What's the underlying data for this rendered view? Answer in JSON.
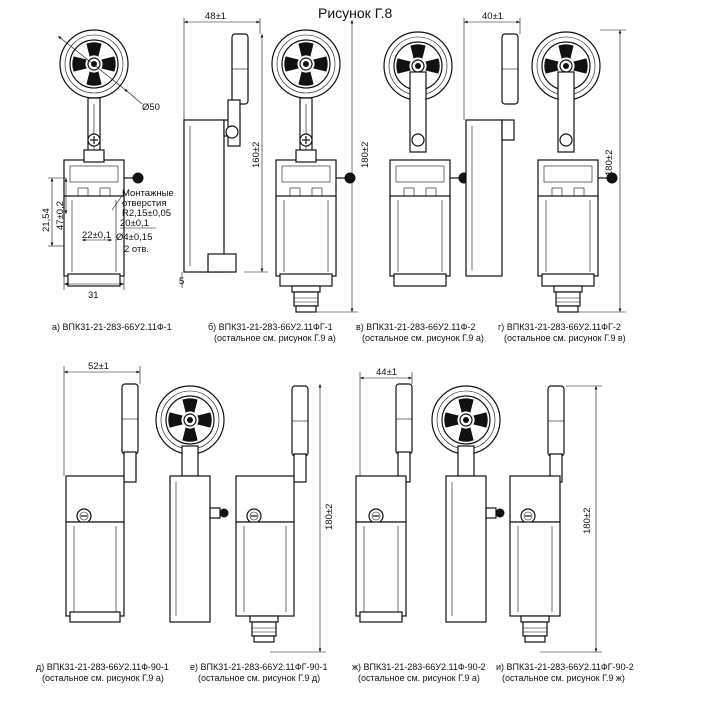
{
  "title": "Рисунок Г.8",
  "dimensions": {
    "width_48": "48±1",
    "width_40": "40±1",
    "width_52": "52±1",
    "width_44": "44±1",
    "height_160": "160±2",
    "height_180_top_b": "180±2",
    "height_180_top_g": "180±2",
    "height_180_bottom_e": "180±2",
    "height_180_bottom_i": "180±2",
    "diameter_50": "Ø50",
    "height_21_54": "21,54",
    "height_47": "47±0,2",
    "width_22": "22±0,1",
    "width_31": "31",
    "offset_5": "5"
  },
  "note": {
    "line1": "Монтажные",
    "line2": "отверстия",
    "radius": "R2,15±0,05",
    "dim_20": "20±0,1",
    "diameter_4": "Ø4±0,15",
    "count": "2 отв."
  },
  "captions": {
    "a": {
      "line1": "а) ВПК31-21-283-66У2.11Ф-1",
      "line2": ""
    },
    "b": {
      "line1": "б) ВПК31-21-283-66У2.11ФГ-1",
      "line2": "(остальное см. рисунок Г.9 а)"
    },
    "v": {
      "line1": "в) ВПК31-21-283-66У2.11Ф-2",
      "line2": "(остальное см. рисунок Г.9 а)"
    },
    "g": {
      "line1": "г) ВПК31-21-283-66У2.11ФГ-2",
      "line2": "(остальное см. рисунок Г.9 в)"
    },
    "d": {
      "line1": "д) ВПК31-21-283-66У2.11Ф-90-1",
      "line2": "(остальное см. рисунок Г.9 а)"
    },
    "e": {
      "line1": "е) ВПК31-21-283-66У2.11ФГ-90-1",
      "line2": "(остальное см. рисунок Г.9 д)"
    },
    "zh": {
      "line1": "ж) ВПК31-21-283-66У2.11Ф-90-2",
      "line2": "(остальное см. рисунок Г.9 а)"
    },
    "i": {
      "line1": "и) ВПК31-21-283-66У2.11ФГ-90-2",
      "line2": "(остальное см. рисунок Г.9 ж)"
    }
  }
}
